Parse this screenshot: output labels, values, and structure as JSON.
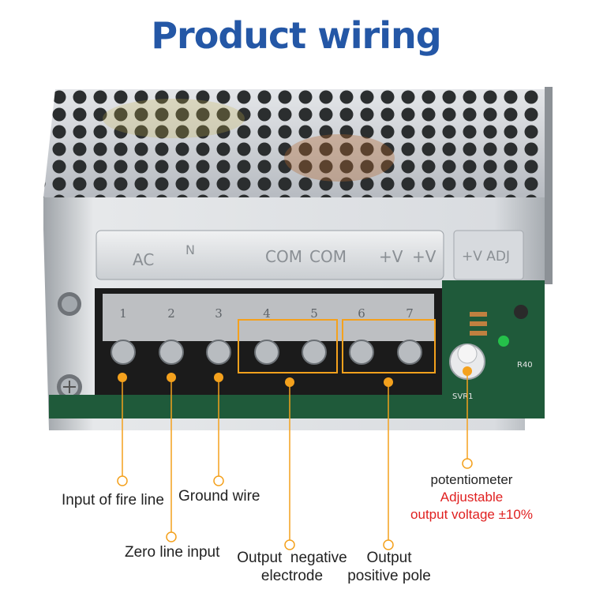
{
  "title": "Product wiring",
  "colors": {
    "title": "#2457a6",
    "accent": "#f4a11d",
    "highlight": "#e02020",
    "pcb": "#1f5a3a",
    "terminal": "#1b1b1b",
    "metal": "#c9ccd1"
  },
  "terminal_block": {
    "numbers": [
      "1",
      "2",
      "3",
      "4",
      "5",
      "6",
      "7"
    ],
    "cover_markings": [
      "AC",
      "N",
      "COM",
      "COM",
      "+V",
      "+V"
    ],
    "adj_marking": "+V ADJ",
    "board_markings": [
      "SVR1",
      "R40"
    ]
  },
  "labels": {
    "fire_line": "Input of fire line",
    "zero_line": "Zero line input",
    "ground": "Ground wire",
    "output_negative_1": "Output  negative",
    "output_negative_2": "electrode",
    "output_positive_1": "Output",
    "output_positive_2": "positive pole",
    "potentiometer": "potentiometer",
    "adjustable": "Adjustable",
    "output_voltage": "output voltage ±10%"
  }
}
